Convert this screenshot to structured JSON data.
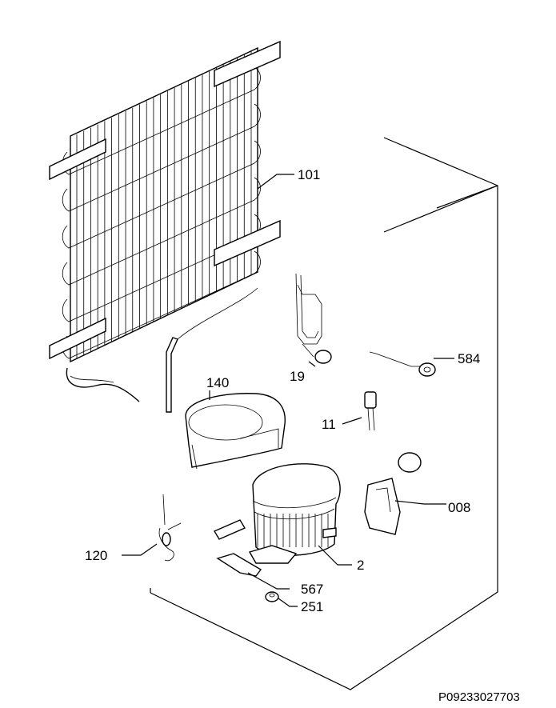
{
  "diagram": {
    "callouts": [
      {
        "id": "101",
        "text": "101"
      },
      {
        "id": "140",
        "text": "140"
      },
      {
        "id": "19",
        "text": "19"
      },
      {
        "id": "584",
        "text": "584"
      },
      {
        "id": "11",
        "text": "11"
      },
      {
        "id": "008",
        "text": "008"
      },
      {
        "id": "120",
        "text": "120"
      },
      {
        "id": "2",
        "text": "2"
      },
      {
        "id": "567",
        "text": "567"
      },
      {
        "id": "251",
        "text": "251"
      }
    ],
    "reference_code": "P09233027703"
  }
}
